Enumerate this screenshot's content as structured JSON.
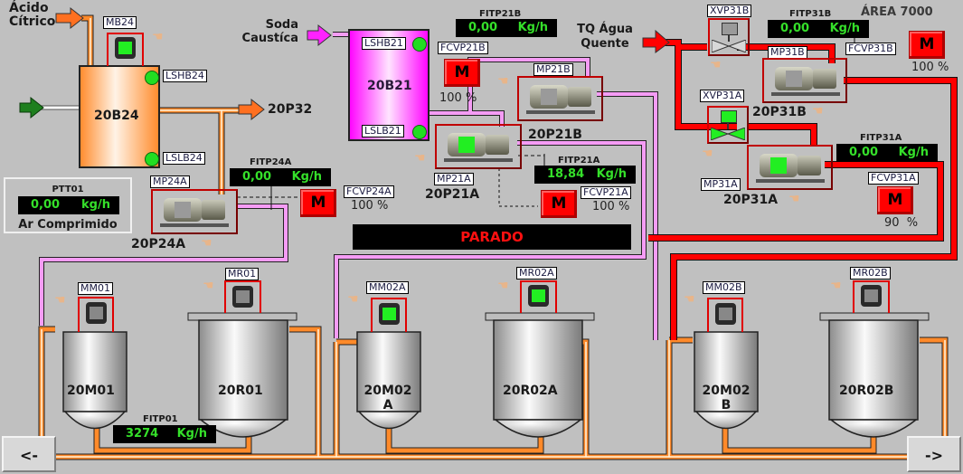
{
  "screen": {
    "area_title": "ÁREA 7000",
    "status_banner": "PARADO"
  },
  "sources": {
    "acido_citrico": "Ácido\nCítrico",
    "acido_line1": "Ácido",
    "acido_line2": "Cítrico",
    "soda_line1": "Soda",
    "soda_line2": "Caustíca",
    "agua_line1": "TQ Água",
    "agua_line2": "Quente",
    "dest_20p32": "20P32"
  },
  "tanks": {
    "b24": {
      "name": "20B24",
      "motor_tag": "MB24",
      "lsh_tag": "LSHB24",
      "lsl_tag": "LSLB24"
    },
    "b21": {
      "name": "20B21",
      "lsh_tag": "LSHB21",
      "lsl_tag": "LSLB21"
    }
  },
  "ptt01": {
    "tag": "PTT01",
    "value": "0,00",
    "unit": "kg/h",
    "caption": "Ar Comprimido"
  },
  "pumps": {
    "p24a": {
      "name": "20P24A",
      "motor_tag": "MP24A",
      "running": false
    },
    "p21a": {
      "name": "20P21A",
      "motor_tag": "MP21A",
      "running": true
    },
    "p21b": {
      "name": "20P21B",
      "motor_tag": "MP21B",
      "running": false
    },
    "p31a": {
      "name": "20P31A",
      "motor_tag": "MP31A",
      "running": true
    },
    "p31b": {
      "name": "20P31B",
      "motor_tag": "MP31B",
      "running": false
    }
  },
  "flow_meters": {
    "fitp24a": {
      "tag": "FITP24A",
      "value": "0,00",
      "unit": "Kg/h"
    },
    "fitp21b": {
      "tag": "FITP21B",
      "value": "0,00",
      "unit": "Kg/h"
    },
    "fitp21a": {
      "tag": "FITP21A",
      "value": "18,84",
      "unit": "Kg/h"
    },
    "fitp31b": {
      "tag": "FITP31B",
      "value": "0,00",
      "unit": "Kg/h"
    },
    "fitp31a": {
      "tag": "FITP31A",
      "value": "0,00",
      "unit": "Kg/h"
    },
    "fitp01": {
      "tag": "FITP01",
      "value": "3274",
      "unit": "Kg/h"
    }
  },
  "control_valves": {
    "fcvp24a": {
      "tag": "FCVP24A",
      "mode": "M",
      "output": "100 %"
    },
    "fcvp21b": {
      "tag": "FCVP21B",
      "mode": "M",
      "output": "100 %"
    },
    "fcvp21a": {
      "tag": "FCVP21A",
      "mode": "M",
      "output": "100 %"
    },
    "fcvp31b": {
      "tag": "FCVP31B",
      "mode": "M",
      "output": "100 %"
    },
    "fcvp31a": {
      "tag": "FCVP31A",
      "mode": "M",
      "output": "90  %"
    }
  },
  "onoff_valves": {
    "xvp31b": {
      "tag": "XVP31B",
      "open": false
    },
    "xvp31a": {
      "tag": "XVP31A",
      "open": true
    }
  },
  "vessels": {
    "m01": {
      "name": "20M01",
      "motor_tag": "MM01",
      "running": false
    },
    "r01": {
      "name": "20R01",
      "motor_tag": "MR01",
      "running": false
    },
    "m02a": {
      "name_line1": "20M02",
      "name_line2": "A",
      "motor_tag": "MM02A",
      "running": true
    },
    "r02a": {
      "name": "20R02A",
      "motor_tag": "MR02A",
      "running": true
    },
    "m02b": {
      "name_line1": "20M02",
      "name_line2": "B",
      "motor_tag": "MM02B",
      "running": false
    },
    "r02b": {
      "name": "20R02B",
      "motor_tag": "MR02B",
      "running": false
    }
  },
  "nav": {
    "prev_label": "<-",
    "next_label": "->"
  },
  "colors": {
    "background": "#c0c0c0",
    "display_text": "#35e02a",
    "alarm_red": "#ff0000",
    "running_green": "#22ee22",
    "acid_orange": "#ff7a1a",
    "caustic_magenta": "#ff22ff",
    "hot_water_red": "#ff0000",
    "status_text": "#ff1010"
  }
}
